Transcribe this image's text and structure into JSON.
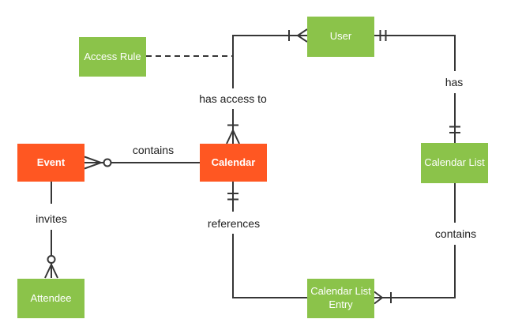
{
  "diagram": {
    "type": "entity-relationship-diagram",
    "subject": "Calendar data model",
    "colors": {
      "entity_green": "#8BC34A",
      "entity_orange": "#FF5722",
      "connector_line": "#363636",
      "relationship_label_text": "#212121",
      "entity_label_text": "#ffffff",
      "background": "#ffffff"
    },
    "entities": [
      {
        "id": "access-rule",
        "label": "Access Rule",
        "color": "green"
      },
      {
        "id": "user",
        "label": "User",
        "color": "green"
      },
      {
        "id": "event",
        "label": "Event",
        "color": "orange"
      },
      {
        "id": "calendar",
        "label": "Calendar",
        "color": "orange"
      },
      {
        "id": "calendar-list",
        "label": "Calendar List",
        "color": "green"
      },
      {
        "id": "attendee",
        "label": "Attendee",
        "color": "green"
      },
      {
        "id": "calendar-list-entry",
        "label": "Calendar List Entry",
        "color": "green"
      }
    ],
    "relationships": [
      {
        "id": "event-contains-calendar",
        "label": "contains",
        "from": "Event",
        "to": "Calendar",
        "from_cardinality": "zero-or-many",
        "to_cardinality": "plain",
        "line_style": "solid"
      },
      {
        "id": "event-invites-attendee",
        "label": "invites",
        "from": "Event",
        "to": "Attendee",
        "from_cardinality": "plain",
        "to_cardinality": "zero-or-many",
        "line_style": "solid"
      },
      {
        "id": "calendar-has-access-to-user",
        "label": "has access to",
        "from": "Calendar",
        "to": "User",
        "from_cardinality": "one-or-many",
        "to_cardinality": "one-or-many",
        "line_style": "solid"
      },
      {
        "id": "user-has-calendar-list",
        "label": "has",
        "from": "User",
        "to": "Calendar List",
        "from_cardinality": "exactly-one",
        "to_cardinality": "exactly-one",
        "line_style": "solid"
      },
      {
        "id": "calendar-list-contains-entry",
        "label": "contains",
        "from": "Calendar List",
        "to": "Calendar List Entry",
        "from_cardinality": "plain",
        "to_cardinality": "one-or-many",
        "line_style": "solid"
      },
      {
        "id": "calendar-references-entry",
        "label": "references",
        "from": "Calendar",
        "to": "Calendar List Entry",
        "from_cardinality": "exactly-one",
        "to_cardinality": "plain",
        "line_style": "solid"
      },
      {
        "id": "access-rule-link",
        "label": "",
        "from": "Access Rule",
        "to": "has-access-to connector",
        "from_cardinality": "plain",
        "to_cardinality": "plain",
        "line_style": "dashed"
      }
    ]
  }
}
